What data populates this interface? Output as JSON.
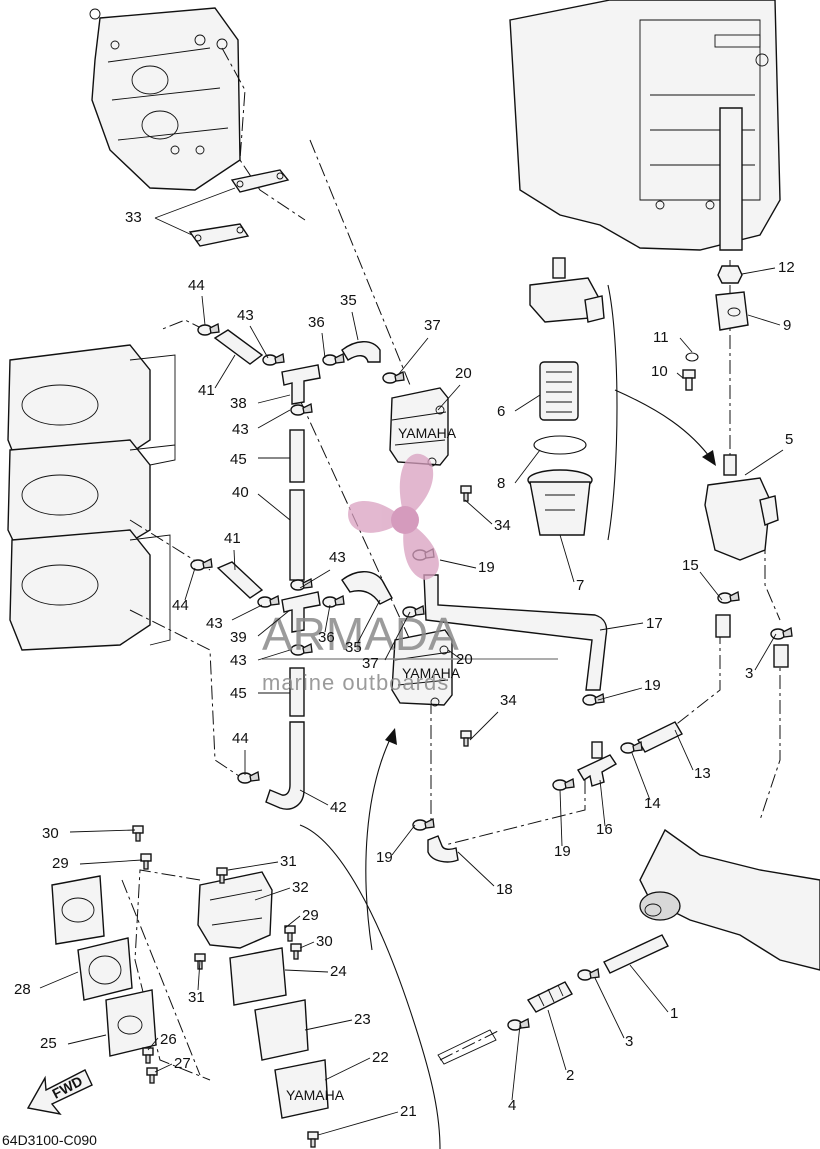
{
  "diagram": {
    "code": "64D3100-C090",
    "direction_arrow_label": "FWD",
    "brand_on_pump": "YAMAHA"
  },
  "watermark": {
    "brand": "ARMADA",
    "tagline": "marine outboards",
    "accent_color": "#d9a0c0"
  },
  "callouts": [
    {
      "id": "c33",
      "label": "33"
    },
    {
      "id": "c44a",
      "label": "44"
    },
    {
      "id": "c43a",
      "label": "43"
    },
    {
      "id": "c36a",
      "label": "36"
    },
    {
      "id": "c35a",
      "label": "35"
    },
    {
      "id": "c37a",
      "label": "37"
    },
    {
      "id": "c41a",
      "label": "41"
    },
    {
      "id": "c38",
      "label": "38"
    },
    {
      "id": "c20a",
      "label": "20"
    },
    {
      "id": "c43b",
      "label": "43"
    },
    {
      "id": "c45a",
      "label": "45"
    },
    {
      "id": "c40",
      "label": "40"
    },
    {
      "id": "c41b",
      "label": "41"
    },
    {
      "id": "c43c",
      "label": "43"
    },
    {
      "id": "c44b",
      "label": "44"
    },
    {
      "id": "c43d",
      "label": "43"
    },
    {
      "id": "c39",
      "label": "39"
    },
    {
      "id": "c36b",
      "label": "36"
    },
    {
      "id": "c35b",
      "label": "35"
    },
    {
      "id": "c43e",
      "label": "43"
    },
    {
      "id": "c37b",
      "label": "37"
    },
    {
      "id": "c20b",
      "label": "20"
    },
    {
      "id": "c45b",
      "label": "45"
    },
    {
      "id": "c34b",
      "label": "34"
    },
    {
      "id": "c44c",
      "label": "44"
    },
    {
      "id": "c42",
      "label": "42"
    },
    {
      "id": "c12",
      "label": "12"
    },
    {
      "id": "c9",
      "label": "9"
    },
    {
      "id": "c11",
      "label": "11"
    },
    {
      "id": "c10",
      "label": "10"
    },
    {
      "id": "c6",
      "label": "6"
    },
    {
      "id": "c8",
      "label": "8"
    },
    {
      "id": "c5",
      "label": "5"
    },
    {
      "id": "c34a",
      "label": "34"
    },
    {
      "id": "c7",
      "label": "7"
    },
    {
      "id": "c19a",
      "label": "19"
    },
    {
      "id": "c15",
      "label": "15"
    },
    {
      "id": "c17",
      "label": "17"
    },
    {
      "id": "c3a",
      "label": "3"
    },
    {
      "id": "c19b",
      "label": "19"
    },
    {
      "id": "c13",
      "label": "13"
    },
    {
      "id": "c14",
      "label": "14"
    },
    {
      "id": "c16",
      "label": "16"
    },
    {
      "id": "c19c",
      "label": "19"
    },
    {
      "id": "c19d",
      "label": "19"
    },
    {
      "id": "c18",
      "label": "18"
    },
    {
      "id": "c30a",
      "label": "30"
    },
    {
      "id": "c29a",
      "label": "29"
    },
    {
      "id": "c31a",
      "label": "31"
    },
    {
      "id": "c32",
      "label": "32"
    },
    {
      "id": "c29b",
      "label": "29"
    },
    {
      "id": "c30b",
      "label": "30"
    },
    {
      "id": "c24",
      "label": "24"
    },
    {
      "id": "c28",
      "label": "28"
    },
    {
      "id": "c31b",
      "label": "31"
    },
    {
      "id": "c23",
      "label": "23"
    },
    {
      "id": "c25",
      "label": "25"
    },
    {
      "id": "c26",
      "label": "26"
    },
    {
      "id": "c27",
      "label": "27"
    },
    {
      "id": "c22",
      "label": "22"
    },
    {
      "id": "c21",
      "label": "21"
    },
    {
      "id": "c1",
      "label": "1"
    },
    {
      "id": "c3b",
      "label": "3"
    },
    {
      "id": "c2",
      "label": "2"
    },
    {
      "id": "c4",
      "label": "4"
    }
  ]
}
